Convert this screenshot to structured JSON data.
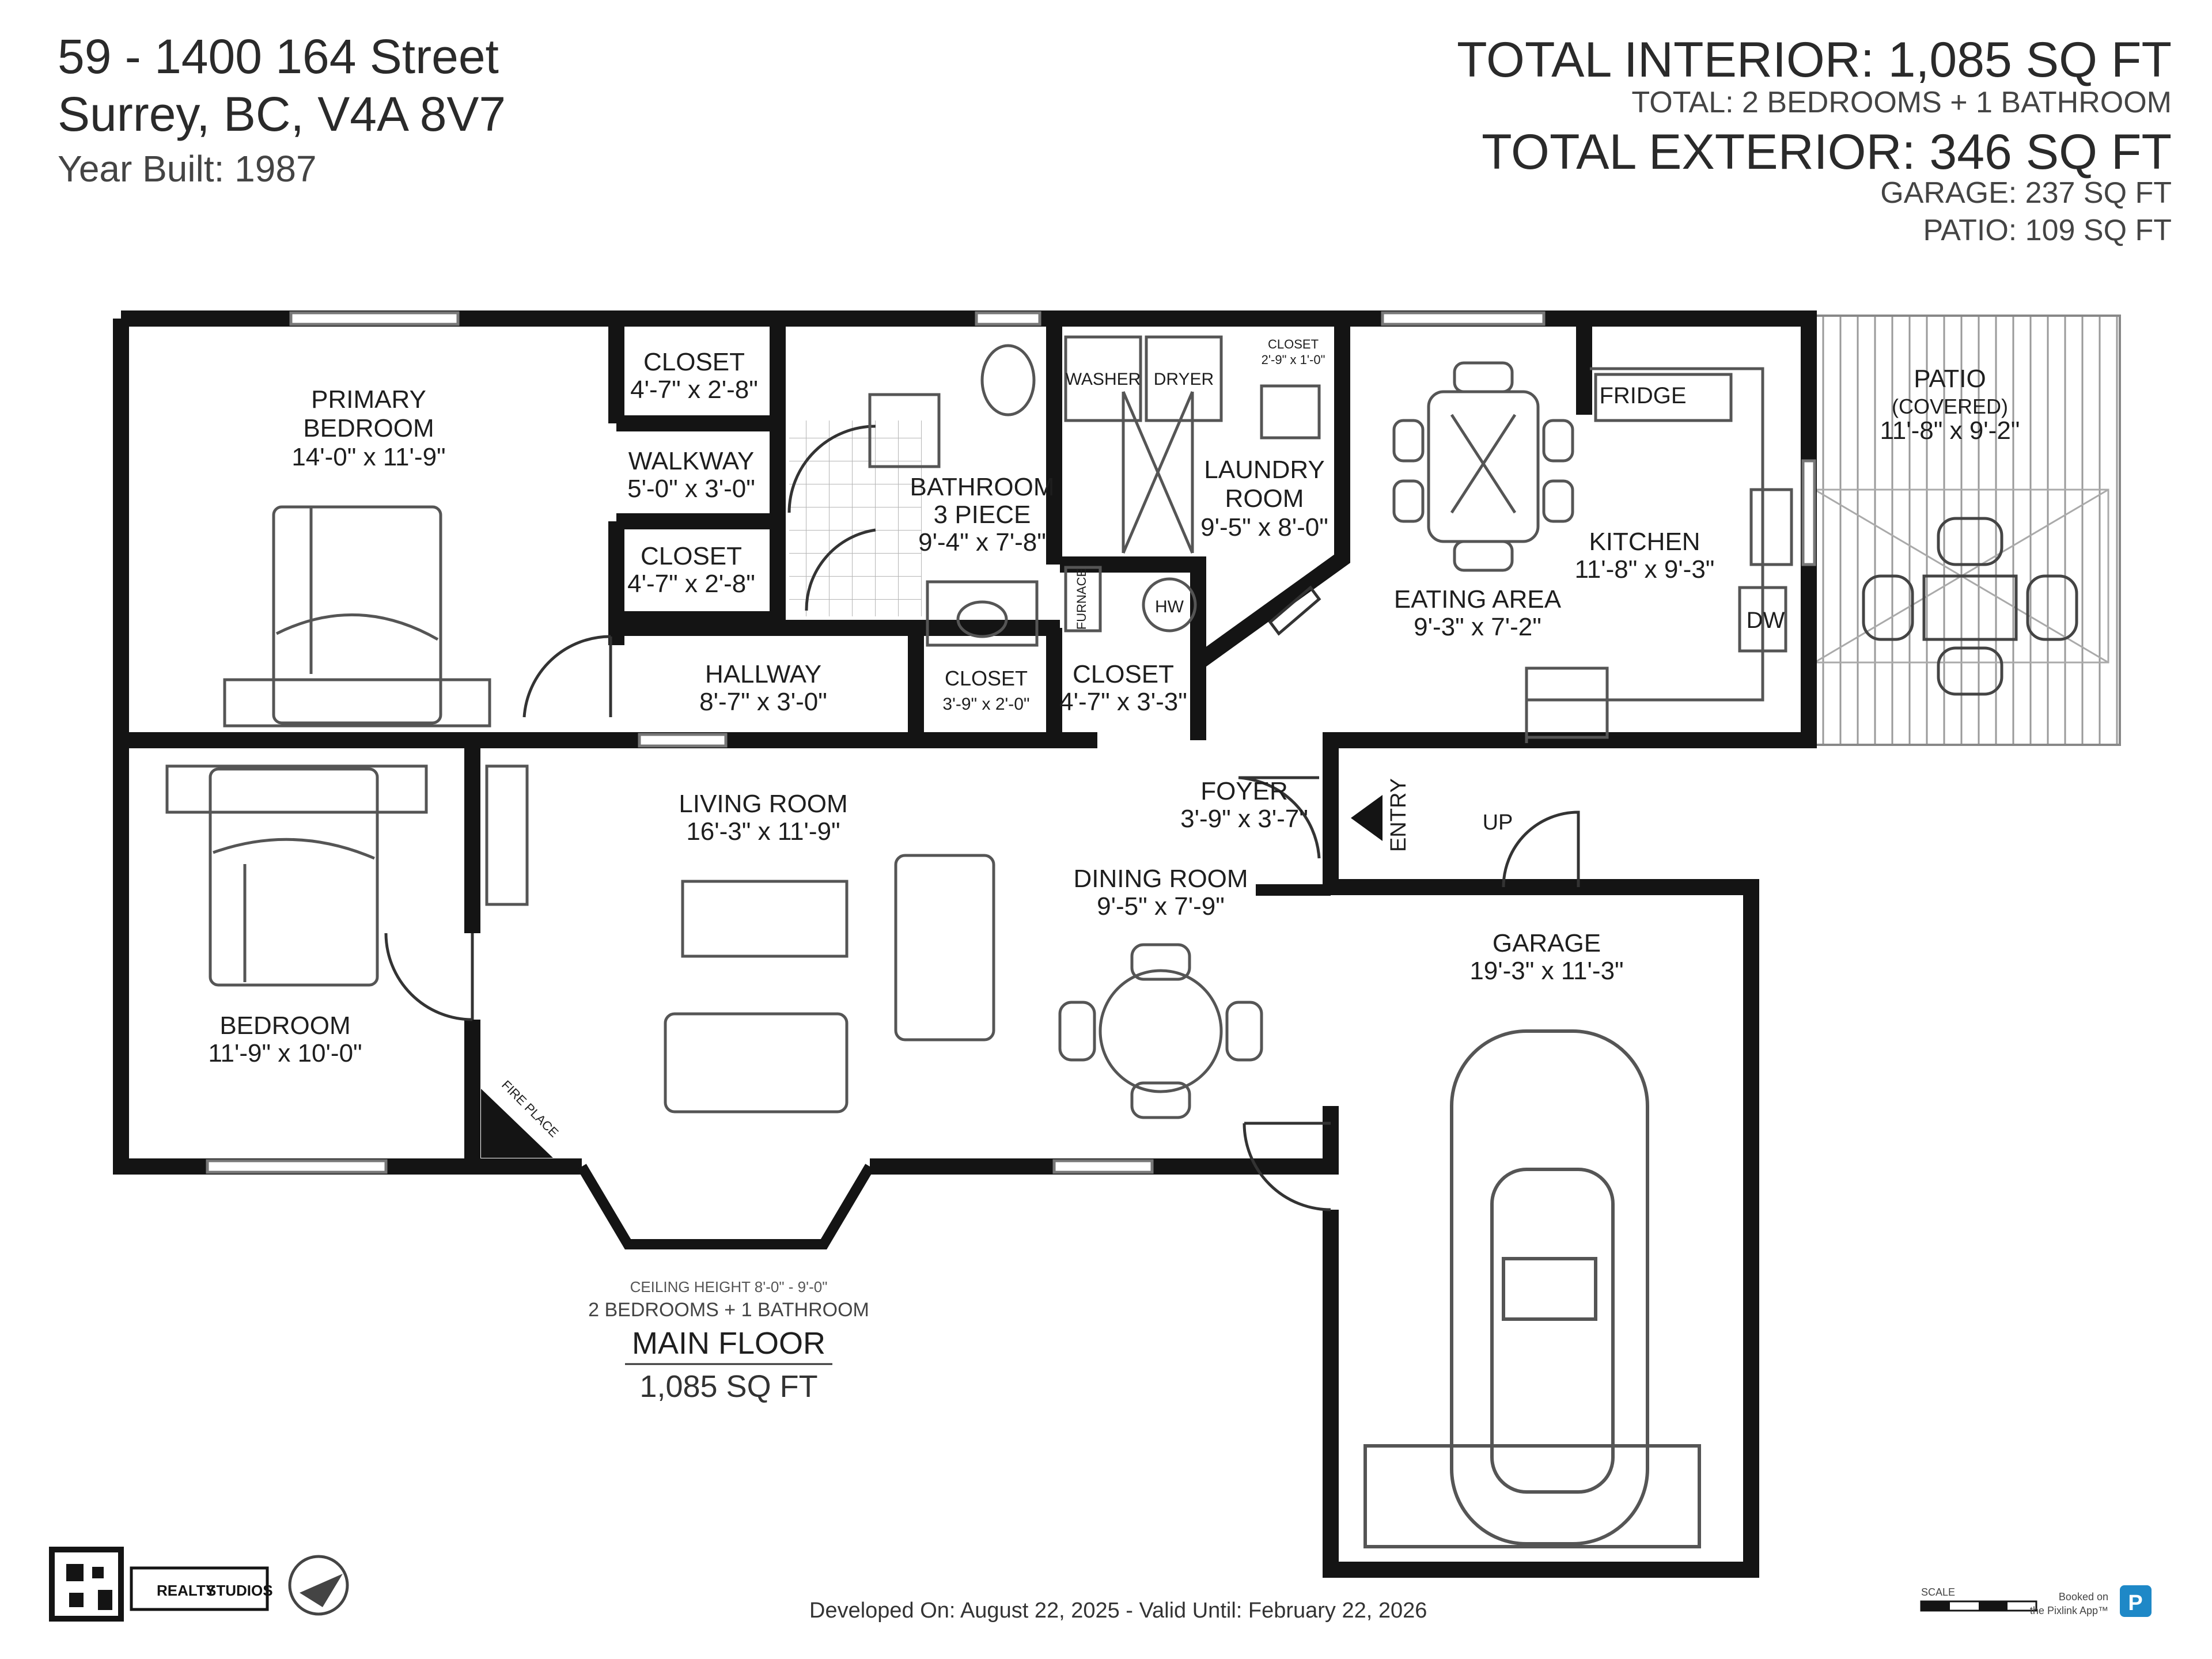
{
  "header": {
    "address_line1": "59 - 1400 164 Street",
    "address_line2": "Surrey, BC, V4A 8V7",
    "year_built": "Year Built: 1987",
    "total_interior": "TOTAL INTERIOR: 1,085 SQ FT",
    "total_rooms": "TOTAL: 2 BEDROOMS + 1 BATHROOM",
    "total_exterior": "TOTAL EXTERIOR: 346 SQ FT",
    "garage_area": "GARAGE: 237 SQ FT",
    "patio_area": "PATIO: 109 SQ FT"
  },
  "rooms": {
    "primary_bedroom": {
      "name_line1": "PRIMARY",
      "name_line2": "BEDROOM",
      "dims": "14'-0\" x 11'-9\""
    },
    "closet_top": {
      "name": "CLOSET",
      "dims": "4'-7\" x 2'-8\""
    },
    "walkway": {
      "name": "WALKWAY",
      "dims": "5'-0\" x 3'-0\""
    },
    "closet_mid": {
      "name": "CLOSET",
      "dims": "4'-7\" x 2'-8\""
    },
    "bathroom": {
      "name_line1": "BATHROOM",
      "name_line2": "3 PIECE",
      "dims": "9'-4\" x 7'-8\""
    },
    "laundry": {
      "name_line1": "LAUNDRY",
      "name_line2": "ROOM",
      "dims": "9'-5\" x 8'-0\""
    },
    "small_closet": {
      "name": "CLOSET",
      "dims": "2'-9\" x 1'-0\""
    },
    "hallway": {
      "name": "HALLWAY",
      "dims": "8'-7\" x 3'-0\""
    },
    "closet_hall": {
      "name": "CLOSET",
      "dims": "3'-9\" x 2'-0\""
    },
    "closet_furnace": {
      "name": "CLOSET",
      "dims": "4'-7\" x 3'-3\""
    },
    "eating_area": {
      "name": "EATING AREA",
      "dims": "9'-3\" x 7'-2\""
    },
    "kitchen": {
      "name": "KITCHEN",
      "dims": "11'-8\" x 9'-3\""
    },
    "patio": {
      "name": "PATIO",
      "sub": "(COVERED)",
      "dims": "11'-8\" x 9'-2\""
    },
    "bedroom": {
      "name": "BEDROOM",
      "dims": "11'-9\" x 10'-0\""
    },
    "living_room": {
      "name": "LIVING ROOM",
      "dims": "16'-3\" x 11'-9\""
    },
    "foyer": {
      "name": "FOYER",
      "dims": "3'-9\" x 3'-7\""
    },
    "dining_room": {
      "name": "DINING ROOM",
      "dims": "9'-5\" x 7'-9\""
    },
    "garage": {
      "name": "GARAGE",
      "dims": "19'-3\" x 11'-3\""
    }
  },
  "fixtures": {
    "washer": "WASHER",
    "dryer": "DRYER",
    "fridge": "FRIDGE",
    "dw": "DW",
    "hw": "HW",
    "furnace": "FURNACE",
    "fireplace": "FIRE PLACE",
    "entry": "ENTRY",
    "up": "UP"
  },
  "floor_summary": {
    "ceiling": "CEILING HEIGHT 8'-0\" - 9'-0\"",
    "rooms": "2 BEDROOMS + 1 BATHROOM",
    "floor_name": "MAIN FLOOR",
    "floor_area": "1,085 SQ FT"
  },
  "footer": {
    "brand_line1": "REALTY",
    "brand_line2": "STUDIOS",
    "validity": "Developed On: August 22, 2025 - Valid Until: February 22, 2026",
    "scale": "SCALE",
    "booked_line1": "Booked on",
    "booked_line2": "the Pixlink App™"
  },
  "colors": {
    "wall": "#141414",
    "text": "#1e1e1e",
    "fixture": "#6b6b6b"
  }
}
